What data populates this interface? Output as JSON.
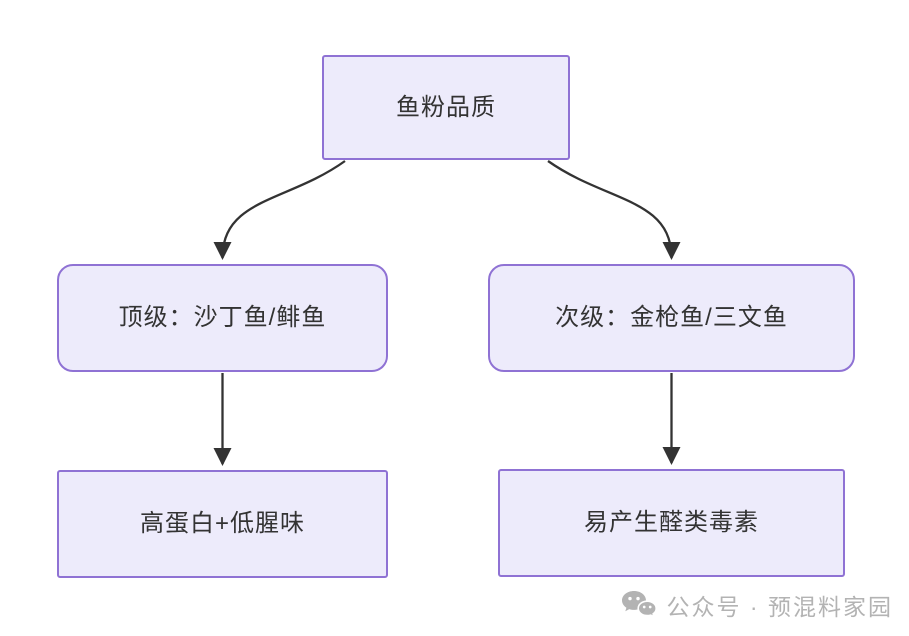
{
  "nodes": {
    "root": {
      "label": "鱼粉品质"
    },
    "top_grade": {
      "label": "顶级：沙丁鱼/鲱鱼"
    },
    "secondary": {
      "label": "次级：金枪鱼/三文鱼"
    },
    "benefit": {
      "label": "高蛋白+低腥味"
    },
    "risk": {
      "label": "易产生醛类毒素"
    }
  },
  "edges": [
    {
      "from": "root",
      "to": "top_grade"
    },
    {
      "from": "root",
      "to": "secondary"
    },
    {
      "from": "top_grade",
      "to": "benefit"
    },
    {
      "from": "secondary",
      "to": "risk"
    }
  ],
  "colors": {
    "node_border": "#8f72d4",
    "node_fill": "#edebfb",
    "arrow": "#333333",
    "text": "#333333",
    "watermark": "#b3b3b3",
    "background": "#ffffff"
  },
  "watermark": {
    "icon": "wechat-icon",
    "label": "公众号 · 预混料家园"
  }
}
